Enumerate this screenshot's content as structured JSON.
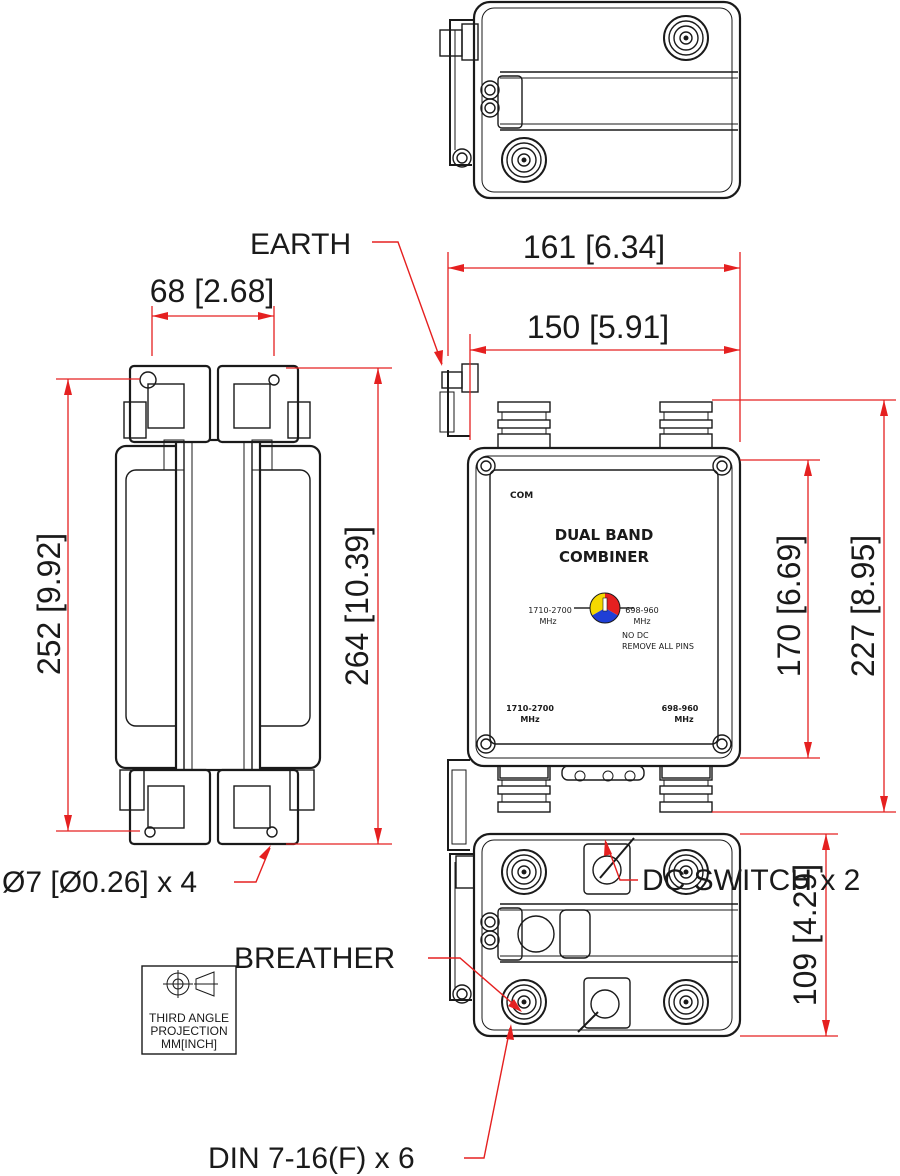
{
  "dimensions": {
    "width_161": "161 [6.34]",
    "width_150": "150 [5.91]",
    "side_68": "68 [2.68]",
    "side_252": "252 [9.92]",
    "side_264": "264 [10.39]",
    "height_170": "170 [6.69]",
    "height_227": "227 [8.95]",
    "depth_109": "109 [4.29]"
  },
  "callouts": {
    "earth": "EARTH",
    "hole": "Ø7 [Ø0.26] x 4",
    "dc_switch": "DC SWITCH x 2",
    "breather": "BREATHER",
    "din": "DIN 7-16(F) x 6"
  },
  "label_plate": {
    "com": "COM",
    "title_line1": "DUAL BAND",
    "title_line2": "COMBINER",
    "left_band": "1710-2700",
    "left_unit": "MHz",
    "right_band": "698-960",
    "right_unit": "MHz",
    "no_dc": "NO DC",
    "remove_pins": "REMOVE ALL PINS",
    "port_left_band": "1710-2700",
    "port_left_unit": "MHz",
    "port_right_band": "698-960",
    "port_right_unit": "MHz"
  },
  "projection_box": {
    "line1": "THIRD ANGLE",
    "line2": "PROJECTION",
    "line3": "MM[INCH]"
  },
  "colors": {
    "dimension": "#e52020",
    "linework": "#1a1a1a",
    "label_yellow": "#f5d800",
    "label_red": "#e52020",
    "label_blue": "#1f3fd6"
  }
}
